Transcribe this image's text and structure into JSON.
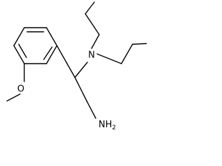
{
  "diagram": {
    "type": "skeletal-structure",
    "atom_labels": {
      "nitrogen": "N",
      "ether_oxygen": "O",
      "amine": "NH2"
    }
  }
}
